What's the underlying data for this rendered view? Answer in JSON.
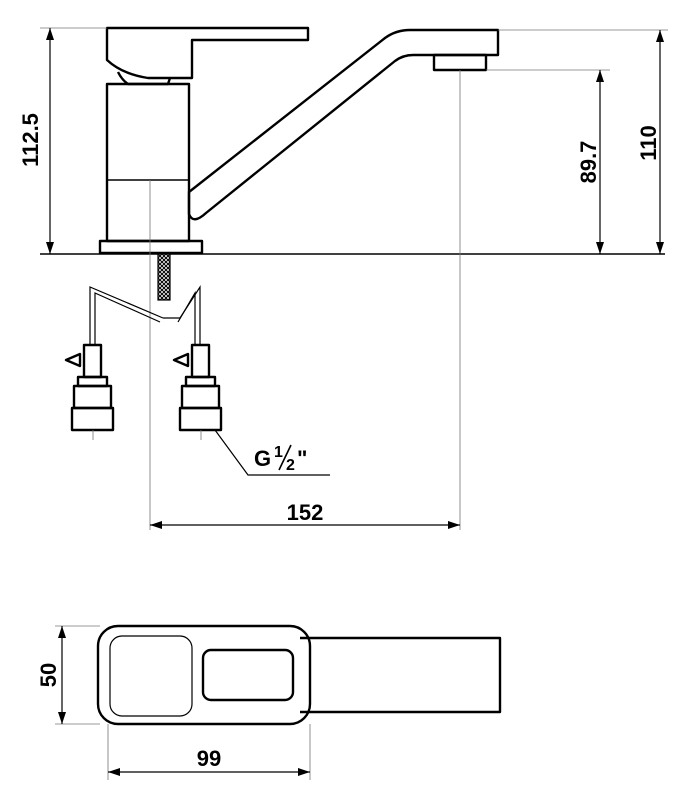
{
  "dimensions": {
    "total_height": "112.5",
    "spout_clearance": "89.7",
    "spout_height": "110",
    "spout_reach": "152",
    "body_width": "50",
    "body_length": "99"
  },
  "thread": {
    "prefix": "G",
    "numerator": "1",
    "denominator": "2",
    "suffix": "\""
  }
}
